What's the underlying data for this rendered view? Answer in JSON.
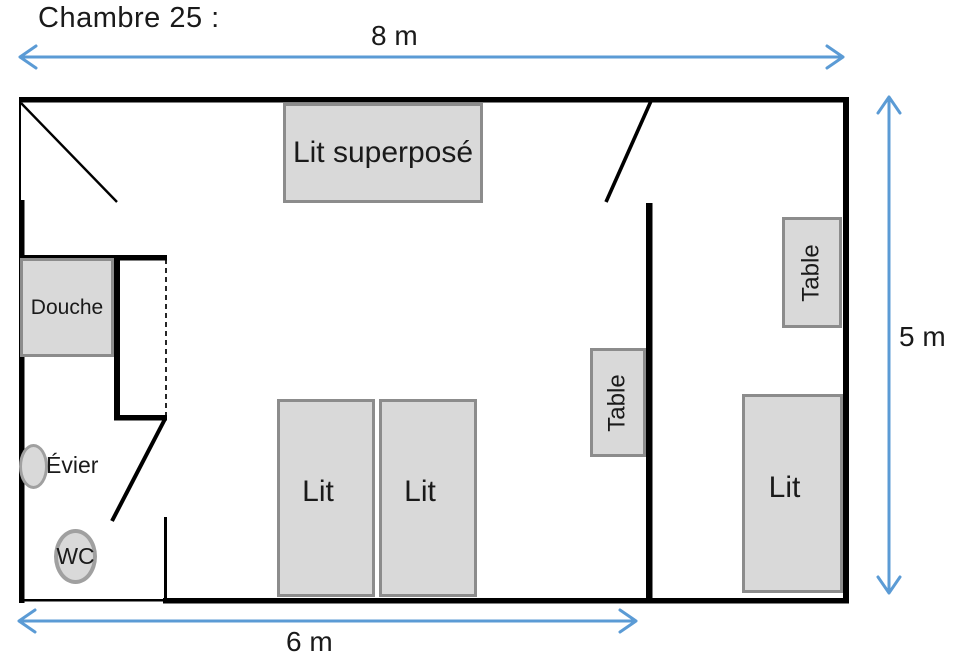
{
  "title": "Chambre 25 :",
  "dimensions": {
    "width_top": "8 m",
    "height_right": "5 m",
    "width_bottom": "6 m"
  },
  "furniture": {
    "bunk_bed": "Lit superposé",
    "shower": "Douche",
    "sink": "Évier",
    "toilet": "WC",
    "bed_left": "Lit",
    "bed_middle": "Lit",
    "bed_right": "Lit",
    "table_middle": "Table",
    "table_right": "Table"
  },
  "colors": {
    "wall": "#000000",
    "furniture_fill": "#d9d9d9",
    "furniture_border": "#8c8c8c",
    "ellipse_border": "#a0a0a0",
    "arrow": "#5b9bd5",
    "text": "#1a1a1a",
    "background": "#ffffff"
  }
}
